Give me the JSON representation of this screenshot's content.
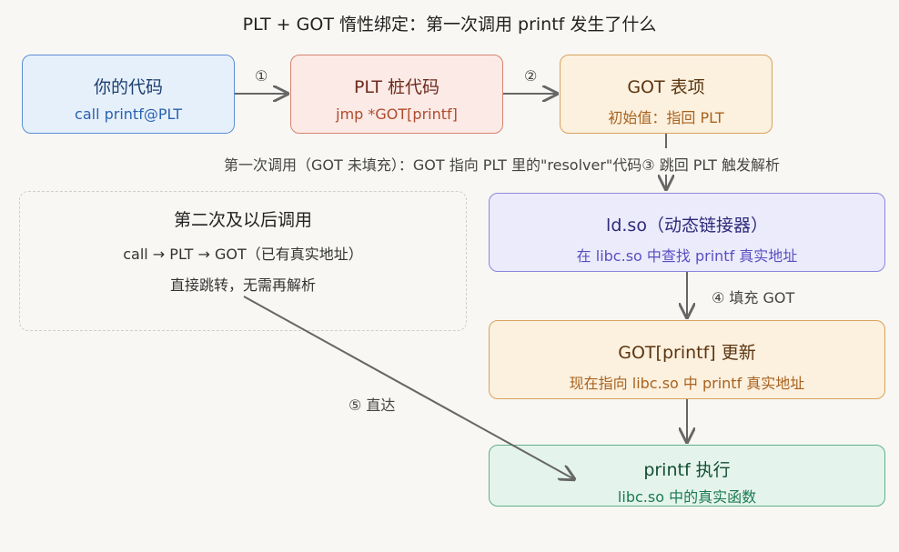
{
  "title": "PLT + GOT 惰性绑定：第一次调用 printf 发生了什么",
  "nodes": {
    "your_code": {
      "title": "你的代码",
      "sub": "call printf@PLT"
    },
    "plt_stub": {
      "title": "PLT 桩代码",
      "sub": "jmp *GOT[printf]"
    },
    "got_entry": {
      "title": "GOT 表项",
      "sub": "初始值：指回 PLT"
    },
    "ld_so": {
      "title": "ld.so（动态链接器）",
      "sub": "在 libc.so 中查找 printf 真实地址"
    },
    "got_update": {
      "title": "GOT[printf] 更新",
      "sub": "现在指向 libc.so 中 printf 真实地址"
    },
    "printf_exec": {
      "title": "printf 执行",
      "sub": "libc.so 中的真实函数"
    },
    "second_call": {
      "title": "第二次及以后调用",
      "line1": "call → PLT → GOT（已有真实地址）",
      "line2": "直接跳转，无需再解析"
    }
  },
  "edges": {
    "e1": "①",
    "e2": "②",
    "e3": "第一次调用（GOT 未填充）：GOT 指向 PLT 里的\"resolver\"代码③ 跳回 PLT 触发解析",
    "e4": "④ 填充 GOT",
    "e5": "⑤ 直达"
  },
  "colors": {
    "blue_fill": "#e6f0fb",
    "blue_border": "#5b8fd6",
    "blue_title": "#1d3f6e",
    "blue_sub": "#2a62b0",
    "red_fill": "#fbeae6",
    "red_border": "#d6836f",
    "red_title": "#6e2a1d",
    "red_sub": "#b04a2a",
    "orange_fill": "#fcf0de",
    "orange_border": "#d9a25e",
    "orange_title": "#5a3510",
    "orange_sub": "#a8621e",
    "purple_fill": "#ecebfc",
    "purple_border": "#8b86dc",
    "purple_title": "#2e2a7a",
    "purple_sub": "#5a4fc0",
    "green_fill": "#e4f4ec",
    "green_border": "#5fb08a",
    "green_title": "#134d33",
    "green_sub": "#1c7a52",
    "arrow": "#666666"
  }
}
